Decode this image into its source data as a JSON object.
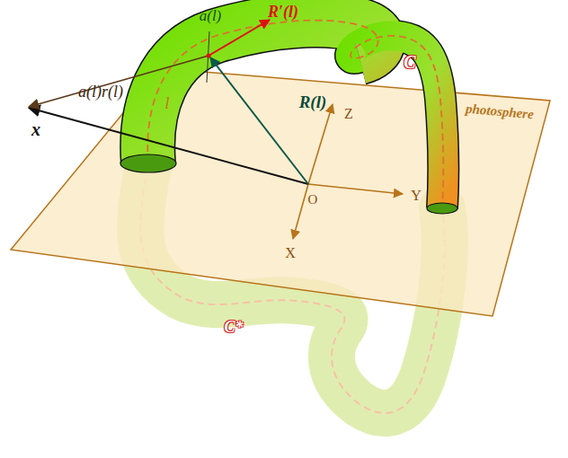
{
  "diagram": {
    "labels": [
      "a(l)",
      "R′(l)",
      "a(l)r(l)",
      "x",
      "R(l)",
      "l",
      "C",
      "Z",
      "Y",
      "O",
      "X",
      "photosphere",
      "C*"
    ]
  }
}
